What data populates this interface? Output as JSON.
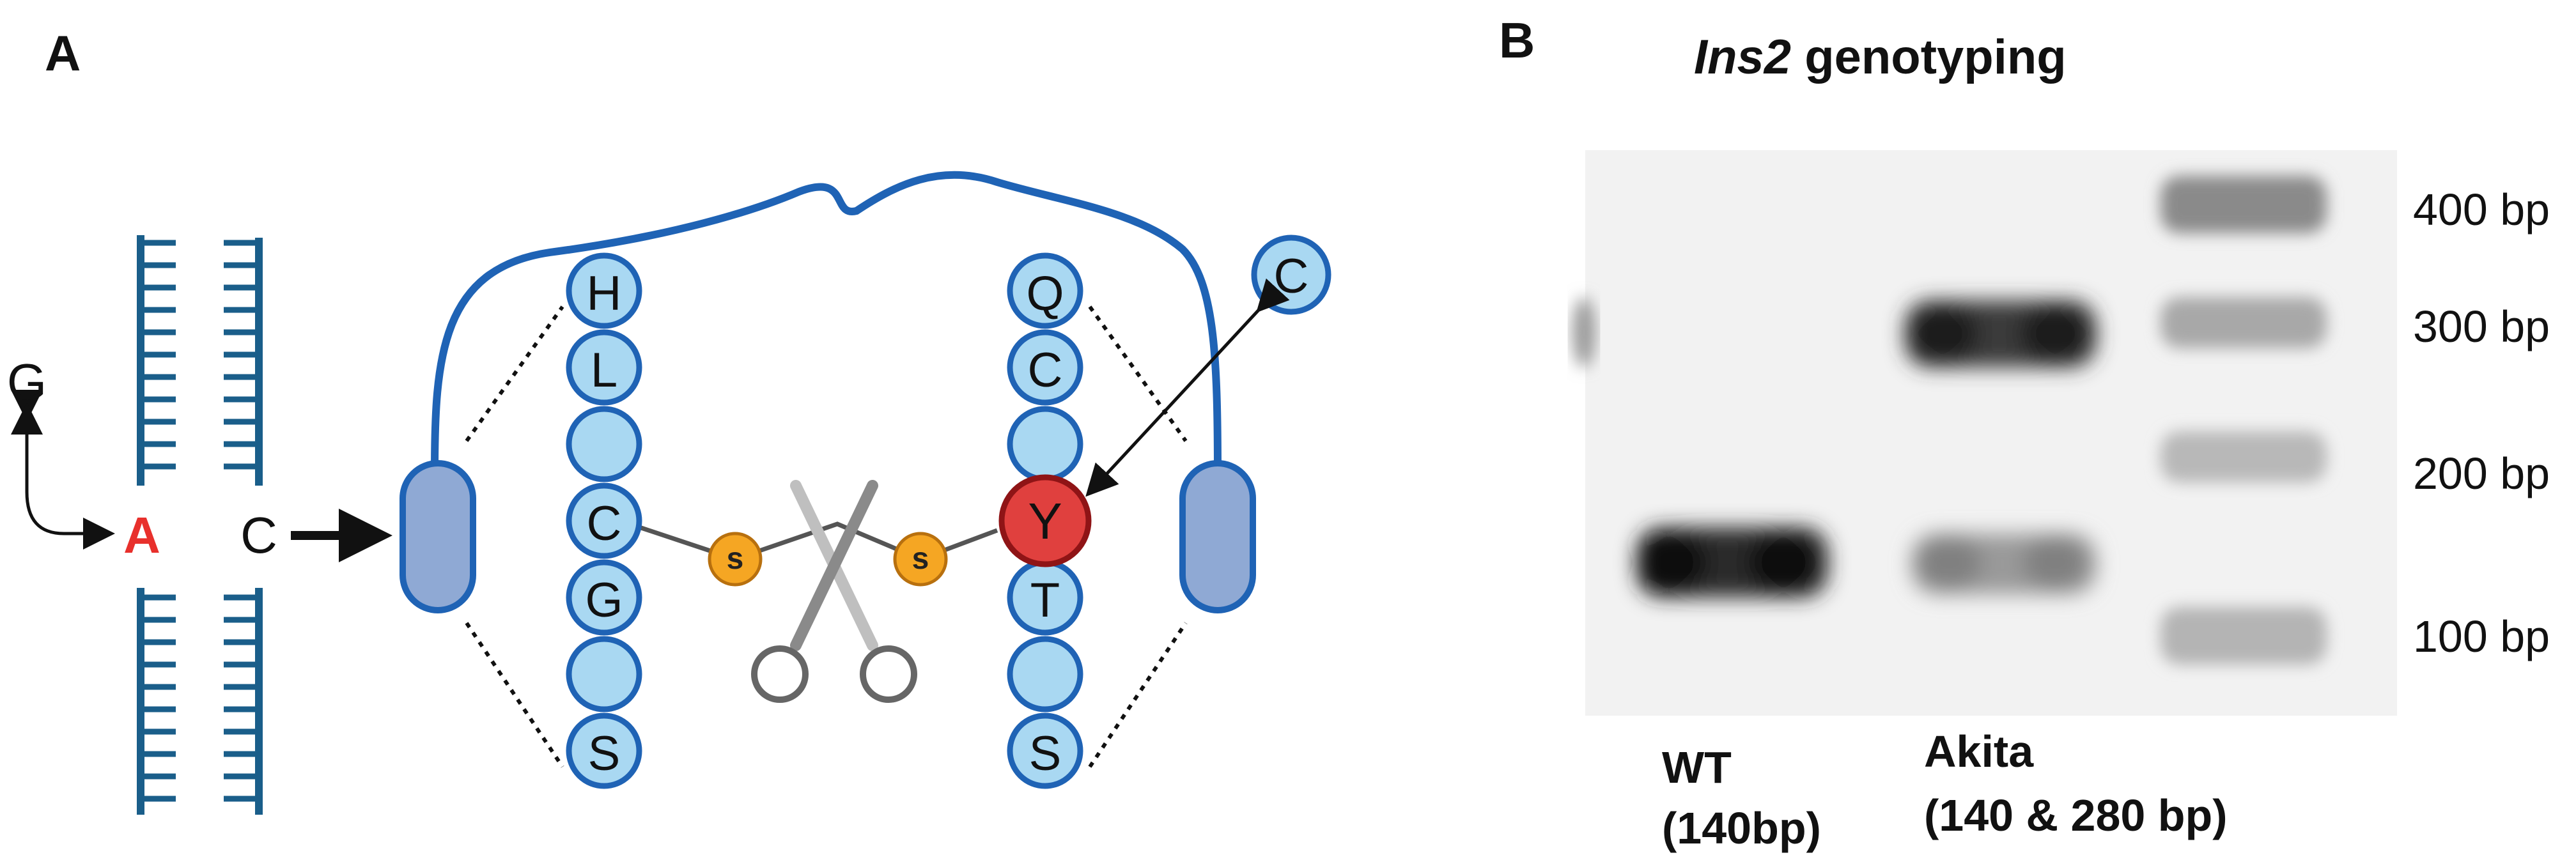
{
  "panel_a": {
    "label": "A",
    "dna": {
      "base_mutated": "A",
      "base_new": "G",
      "base_partner": "C"
    },
    "chain_left": [
      "H",
      "L",
      "C",
      "G",
      "S"
    ],
    "chain_right": [
      "Q",
      "C",
      "Y",
      "T",
      "S"
    ],
    "disulfide_labels": [
      "s",
      "s"
    ],
    "free_residue": "C",
    "colors": {
      "strand_blue": "#1a5e8a",
      "loop_blue": "#1f63b5",
      "residue_fill": "#a9d8f2",
      "residue_stroke": "#1f63b5",
      "mutant_fill": "#e0403e",
      "mutant_stroke": "#8f1416",
      "sulfur_fill": "#f5a623",
      "domain_fill": "#8fa9d4",
      "highlight_red": "#e8302c"
    },
    "icons": [
      "scissors-icon"
    ]
  },
  "panel_b": {
    "label": "B",
    "title_italic": "Ins2",
    "title_rest": " genotyping",
    "ladder": [
      "400 bp",
      "300 bp",
      "200 bp",
      "100 bp"
    ],
    "lanes": [
      {
        "name": "WT",
        "sub": "(140bp)"
      },
      {
        "name": "Akita",
        "sub": "(140 & 280 bp)"
      }
    ]
  }
}
